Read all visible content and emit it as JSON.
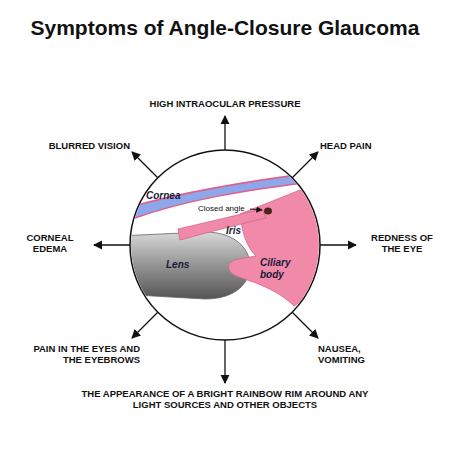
{
  "diagram": {
    "title": "Symptoms of Angle-Closure Glaucoma",
    "labels": [
      "Cornea",
      "Closed angle",
      "Iris",
      "Lens",
      "Ciliary body",
      "HIGH INTRAOCULAR PRESSURE",
      "HEAD PAIN",
      "REDNESS OF THE EYE",
      "NAUSEA, VOMITING",
      "THE APPEARANCE OF A BRIGHT RAINBOW RIM AROUND ANY LIGHT SOURCES AND OTHER OBJECTS",
      "PAIN IN THE EYES AND THE EYEBROWS",
      "CORNEAL EDEMA",
      "BLURRED VISION"
    ]
  }
}
